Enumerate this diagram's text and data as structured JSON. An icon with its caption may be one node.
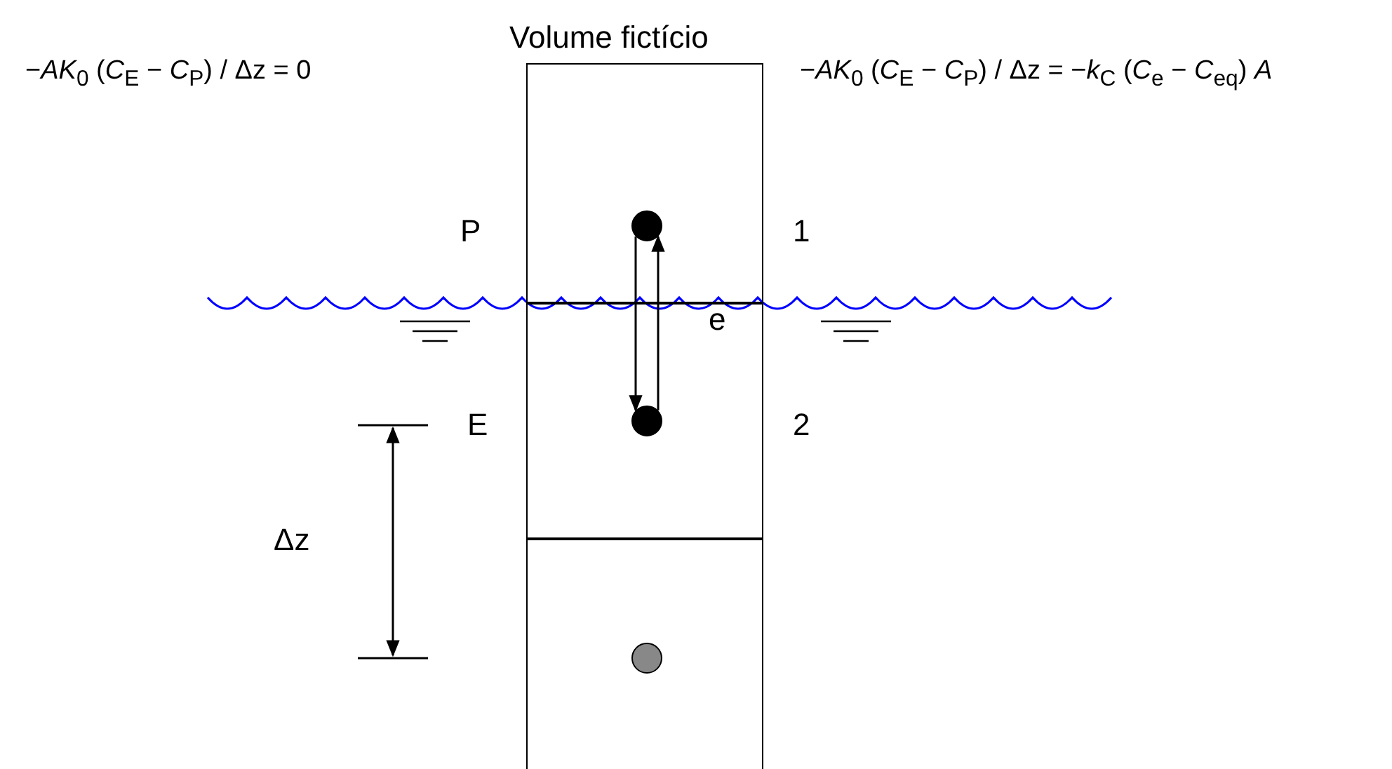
{
  "diagram": {
    "nodes": [
      {
        "text": [],
        "shape": "box"
      },
      {
        "text": [],
        "shape": "box"
      },
      {
        "text": [],
        "shape": "box"
      },
      {
        "text": [],
        "shape": "circle",
        "in": 0
      },
      {
        "text": [],
        "shape": "circle",
        "in": 1
      },
      {
        "text": [],
        "shape": "circle",
        "in": 2
      }
    ],
    "edges": [
      {
        "from": 3,
        "to": 4,
        "arrow": "to"
      },
      {
        "from": 4,
        "to": 3,
        "arrow": "to"
      }
    ],
    "labels": [
      "Volume fictício",
      "−*AK*$_{0}$ (*C*$_{E}$ − *C*$_{P}$) / Δz = 0",
      "−*AK*$_{0}$ (*C*$_{E}$ − *C*$_{P}$) / Δz = −*k*$_{C}$ (*C*$_{e}$ − *C*$_{eq}$) *A*",
      "P",
      "1",
      "e",
      "E",
      "2",
      "Δz"
    ]
  }
}
